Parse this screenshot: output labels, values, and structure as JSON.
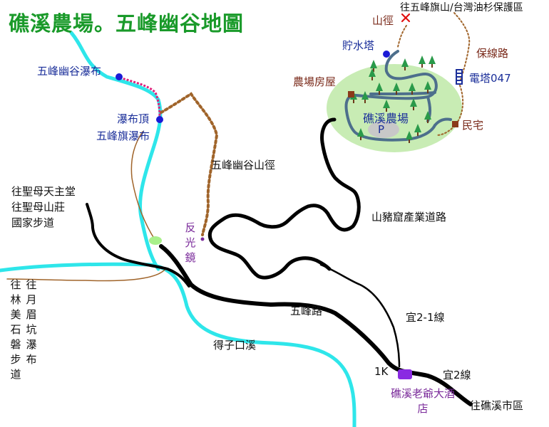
{
  "title": "礁溪農場。五峰幽谷地圖",
  "colors": {
    "title": "#1a9a2a",
    "river": "#2ee6ea",
    "road": "#000000",
    "trail": "#a0642a",
    "farm_area": "#c8ecb4",
    "farm_road": "#4d6f8c",
    "falls_marker": "#1b1bd6",
    "falls_path": "#e0207a",
    "hotel_marker": "#8a2be2",
    "house_marker": "#8b3a1a",
    "mountain_x": "#e01010"
  },
  "labels": {
    "wufeng_falls": "五峰幽谷瀑布",
    "falls_top": "瀑布頂",
    "wufengqi_falls": "五峰旗瀑布",
    "valley_trail": "五峰幽谷山徑",
    "reflector": "反光鏡",
    "to_shengmu_church": "往聖母天主堂",
    "to_shengmu_lodge": "往聖母山莊",
    "national_trail": "國家步道",
    "to_linmei": "往林美石磐步道",
    "to_yuemei": "往月眉坑瀑布",
    "wufeng_road": "五峰路",
    "dezikou_creek": "得子口溪",
    "yi_2_1": "宜2-1線",
    "yi_2": "宜2線",
    "km_1k": "1K",
    "hotel": "礁溪老爺大酒店",
    "to_jiaoxi_city": "往礁溪市區",
    "boar_cave_road": "山豬窟產業道路",
    "mountain_trail": "山徑",
    "to_wufengqi_mtn": "往五峰旗山/台灣油杉保護區",
    "water_tower": "貯水塔",
    "farm_house": "農場房屋",
    "jiaoxi_farm": "礁溪農場",
    "parking": "P",
    "protection_road": "保線路",
    "tower_047": "電塔047",
    "residence": "民宅"
  }
}
